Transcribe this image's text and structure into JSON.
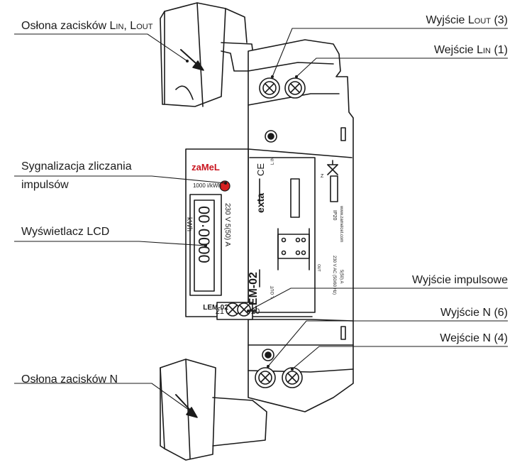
{
  "labels": {
    "oslona_lin_lout": {
      "text": "Osłona zacisków L",
      "sub1": "IN",
      "sep": ", L",
      "sub2": "OUT"
    },
    "oslona_n": "Osłona zacisków N",
    "sygnalizacja_line1": "Sygnalizacja zliczania",
    "sygnalizacja_line2": "impulsów",
    "wyswietlacz": "Wyświetlacz LCD",
    "wyjscie_lout": {
      "prefix": "Wyjście L",
      "sub": "OUT",
      "suffix": " (3)"
    },
    "wejscie_lin": {
      "prefix": "Wejście L",
      "sub": "IN",
      "suffix": " (1)"
    },
    "wyjscie_impulsowe": "Wyjście impulsowe",
    "wyjscie_n": "Wyjście N (6)",
    "wejscie_n": "Wejście N (4)"
  },
  "device": {
    "brand": "zaMeL",
    "impulse_rate": "1000 i/kWh",
    "unit": "kWh",
    "rating": "230 V 5(50) A",
    "lcd_digits": "00·0000",
    "lcd_prefix": "00",
    "lcd_suffix": "0000",
    "model_front": "LEM-02",
    "model_side": "LEM-02",
    "exta": "exta",
    "ce": "CE",
    "term_21": "21",
    "term_20": "20",
    "l_in": "L IN",
    "l_out": "L OUT",
    "ip": "IP20",
    "website": "www.zamelcet.com",
    "spec": "230 V AC (50/60 Hz)",
    "spec2": "5(50) A",
    "z": "Z",
    "out": "OUT"
  },
  "colors": {
    "line": "#1a1a1a",
    "led": "#d62020",
    "brand_red": "#c8141e",
    "body": "#ffffff"
  }
}
